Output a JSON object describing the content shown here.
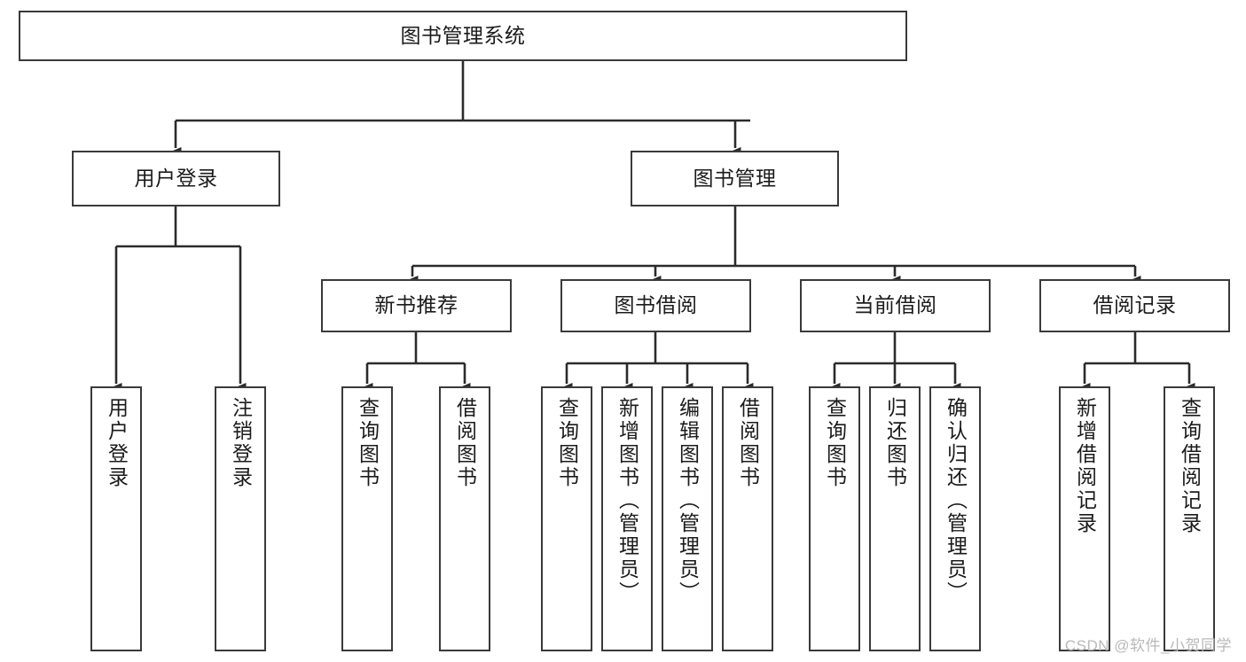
{
  "diagram": {
    "type": "tree-hierarchy",
    "title": "图书管理系统",
    "watermark": "CSDN @软件_小贺同学",
    "colors": {
      "box_border": "#3a3a3a",
      "box_fill": "#ffffff",
      "connector": "#2b2b2b",
      "text": "#1b1b1b",
      "watermark": "#b9b9b9"
    },
    "nodes": {
      "root": {
        "label": "图书管理系统",
        "level": 0,
        "orientation": "horizontal"
      },
      "user_login": {
        "label": "用户登录",
        "level": 1,
        "orientation": "horizontal"
      },
      "book_manage": {
        "label": "图书管理",
        "level": 1,
        "orientation": "horizontal"
      },
      "new_book_rec": {
        "label": "新书推荐",
        "level": 2,
        "orientation": "horizontal"
      },
      "book_borrow": {
        "label": "图书借阅",
        "level": 2,
        "orientation": "horizontal"
      },
      "current_borrow": {
        "label": "当前借阅",
        "level": 2,
        "orientation": "horizontal"
      },
      "borrow_record": {
        "label": "借阅记录",
        "level": 2,
        "orientation": "horizontal"
      },
      "leaf_user_login": {
        "label": "用户登录",
        "level": 3,
        "orientation": "vertical"
      },
      "leaf_logout": {
        "label": "注销登录",
        "level": 3,
        "orientation": "vertical"
      },
      "leaf_query_book_1": {
        "label": "查询图书",
        "level": 3,
        "orientation": "vertical"
      },
      "leaf_borrow_book_1": {
        "label": "借阅图书",
        "level": 3,
        "orientation": "vertical"
      },
      "leaf_query_book_2": {
        "label": "查询图书",
        "level": 3,
        "orientation": "vertical"
      },
      "leaf_add_book": {
        "label": "新增图书（管理员）",
        "level": 3,
        "orientation": "vertical"
      },
      "leaf_edit_book": {
        "label": "编辑图书（管理员）",
        "level": 3,
        "orientation": "vertical"
      },
      "leaf_borrow_book_2": {
        "label": "借阅图书",
        "level": 3,
        "orientation": "vertical"
      },
      "leaf_query_book_3": {
        "label": "查询图书",
        "level": 3,
        "orientation": "vertical"
      },
      "leaf_return_book": {
        "label": "归还图书",
        "level": 3,
        "orientation": "vertical"
      },
      "leaf_confirm_return": {
        "label": "确认归还（管理员）",
        "level": 3,
        "orientation": "vertical"
      },
      "leaf_add_record": {
        "label": "新增借阅记录",
        "level": 3,
        "orientation": "vertical"
      },
      "leaf_query_record": {
        "label": "查询借阅记录",
        "level": 3,
        "orientation": "vertical"
      }
    },
    "edges": [
      {
        "from": "root",
        "to": "user_login"
      },
      {
        "from": "root",
        "to": "book_manage"
      },
      {
        "from": "user_login",
        "to": "leaf_user_login"
      },
      {
        "from": "user_login",
        "to": "leaf_logout"
      },
      {
        "from": "book_manage",
        "to": "new_book_rec"
      },
      {
        "from": "book_manage",
        "to": "book_borrow"
      },
      {
        "from": "book_manage",
        "to": "current_borrow"
      },
      {
        "from": "book_manage",
        "to": "borrow_record"
      },
      {
        "from": "new_book_rec",
        "to": "leaf_query_book_1"
      },
      {
        "from": "new_book_rec",
        "to": "leaf_borrow_book_1"
      },
      {
        "from": "book_borrow",
        "to": "leaf_query_book_2"
      },
      {
        "from": "book_borrow",
        "to": "leaf_add_book"
      },
      {
        "from": "book_borrow",
        "to": "leaf_edit_book"
      },
      {
        "from": "book_borrow",
        "to": "leaf_borrow_book_2"
      },
      {
        "from": "current_borrow",
        "to": "leaf_query_book_3"
      },
      {
        "from": "current_borrow",
        "to": "leaf_return_book"
      },
      {
        "from": "current_borrow",
        "to": "leaf_confirm_return"
      },
      {
        "from": "borrow_record",
        "to": "leaf_add_record"
      },
      {
        "from": "borrow_record",
        "to": "leaf_query_record"
      }
    ]
  }
}
